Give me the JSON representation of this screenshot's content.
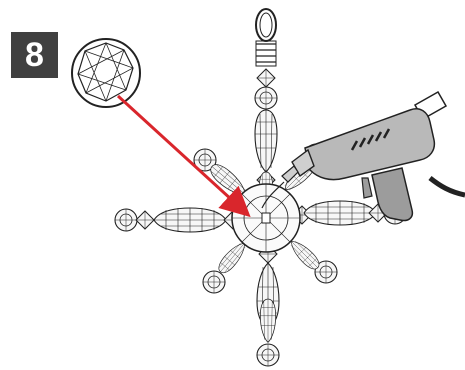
{
  "step": {
    "number": "8"
  },
  "illustration": {
    "subject": "snowflake-ornament",
    "tool": "hot-glue-gun",
    "detail": "gem-bead",
    "callout_color": "#d9262c",
    "badge_color": "#404040",
    "line_color": "#222222"
  }
}
